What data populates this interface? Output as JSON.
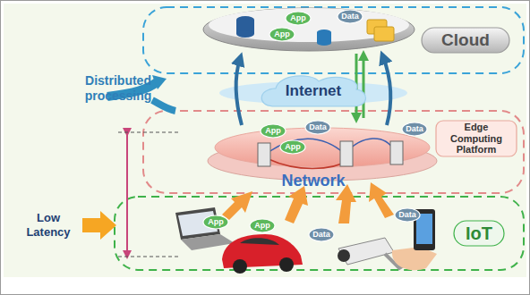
{
  "diagram": {
    "nodes": [
      {
        "text": [
          "Cloud"
        ]
      },
      {
        "text": [
          "Internet"
        ]
      },
      {
        "text": [
          "Edge Computing Platform"
        ]
      },
      {
        "text": [
          "Network"
        ]
      },
      {
        "text": [
          "IoT"
        ]
      },
      {
        "text": [
          "App"
        ]
      },
      {
        "text": [
          "App"
        ]
      },
      {
        "text": [
          "Data"
        ]
      },
      {
        "text": [
          "App"
        ]
      },
      {
        "text": [
          "App"
        ]
      },
      {
        "text": [
          "Data"
        ]
      },
      {
        "text": [
          "Data"
        ]
      },
      {
        "text": [
          "App"
        ]
      },
      {
        "text": [
          "App"
        ]
      },
      {
        "text": [
          "Data"
        ]
      },
      {
        "text": [
          "Data"
        ]
      }
    ],
    "labels": [
      "Distributed processing",
      "Low Latency"
    ]
  }
}
